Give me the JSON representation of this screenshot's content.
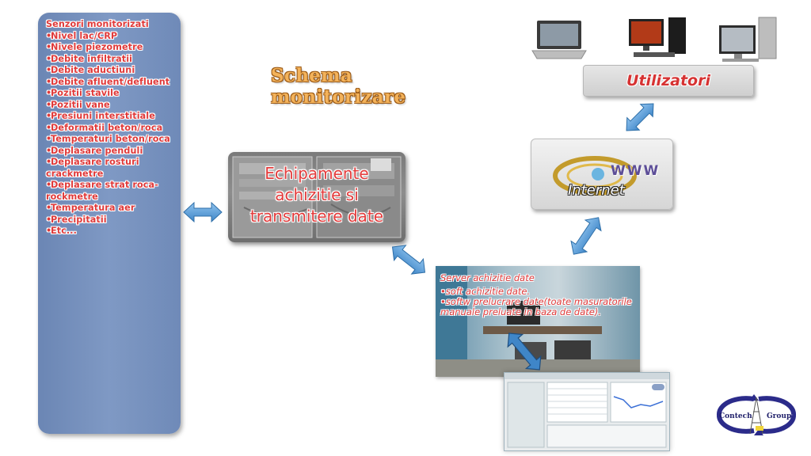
{
  "title": "Schema monitorizare",
  "sensors": {
    "heading": "Senzori monitorizati",
    "items": [
      "Nivel lac/CRP",
      "Nivele piezometre",
      "Debite infiltratii",
      "Debite aductiuni",
      "Debite afluent/defluent",
      "Pozitii stavile",
      "Pozitii vane",
      "Presiuni interstitiale",
      "Deformatii beton/roca",
      "Temperaturi beton/roca",
      "Deplasare penduli",
      "Deplasare rosturi crackmetre",
      "Deplasare strat roca-rockmetre",
      "Temperatura aer",
      "Precipitatii",
      "Etc..."
    ]
  },
  "equipment": {
    "lines": [
      "Echipamente",
      "achizitie  si",
      "transmitere date"
    ]
  },
  "users": {
    "label": "Utilizatori"
  },
  "internet": {
    "label": "Internet",
    "www": "WWW"
  },
  "server": {
    "title": "Server achizitie date",
    "items": [
      "soft achizitie date.",
      "softw prelucrare date(toate masuratorile manuale preluate in baza de date)."
    ]
  },
  "logo": {
    "word1": "Contech",
    "word2": "Group"
  },
  "colors": {
    "label_red": "#e03a3a",
    "panel_blue": "#7a94c0",
    "title_orange": "#f3b25a",
    "arrow_blue": "#5f9ed8"
  }
}
